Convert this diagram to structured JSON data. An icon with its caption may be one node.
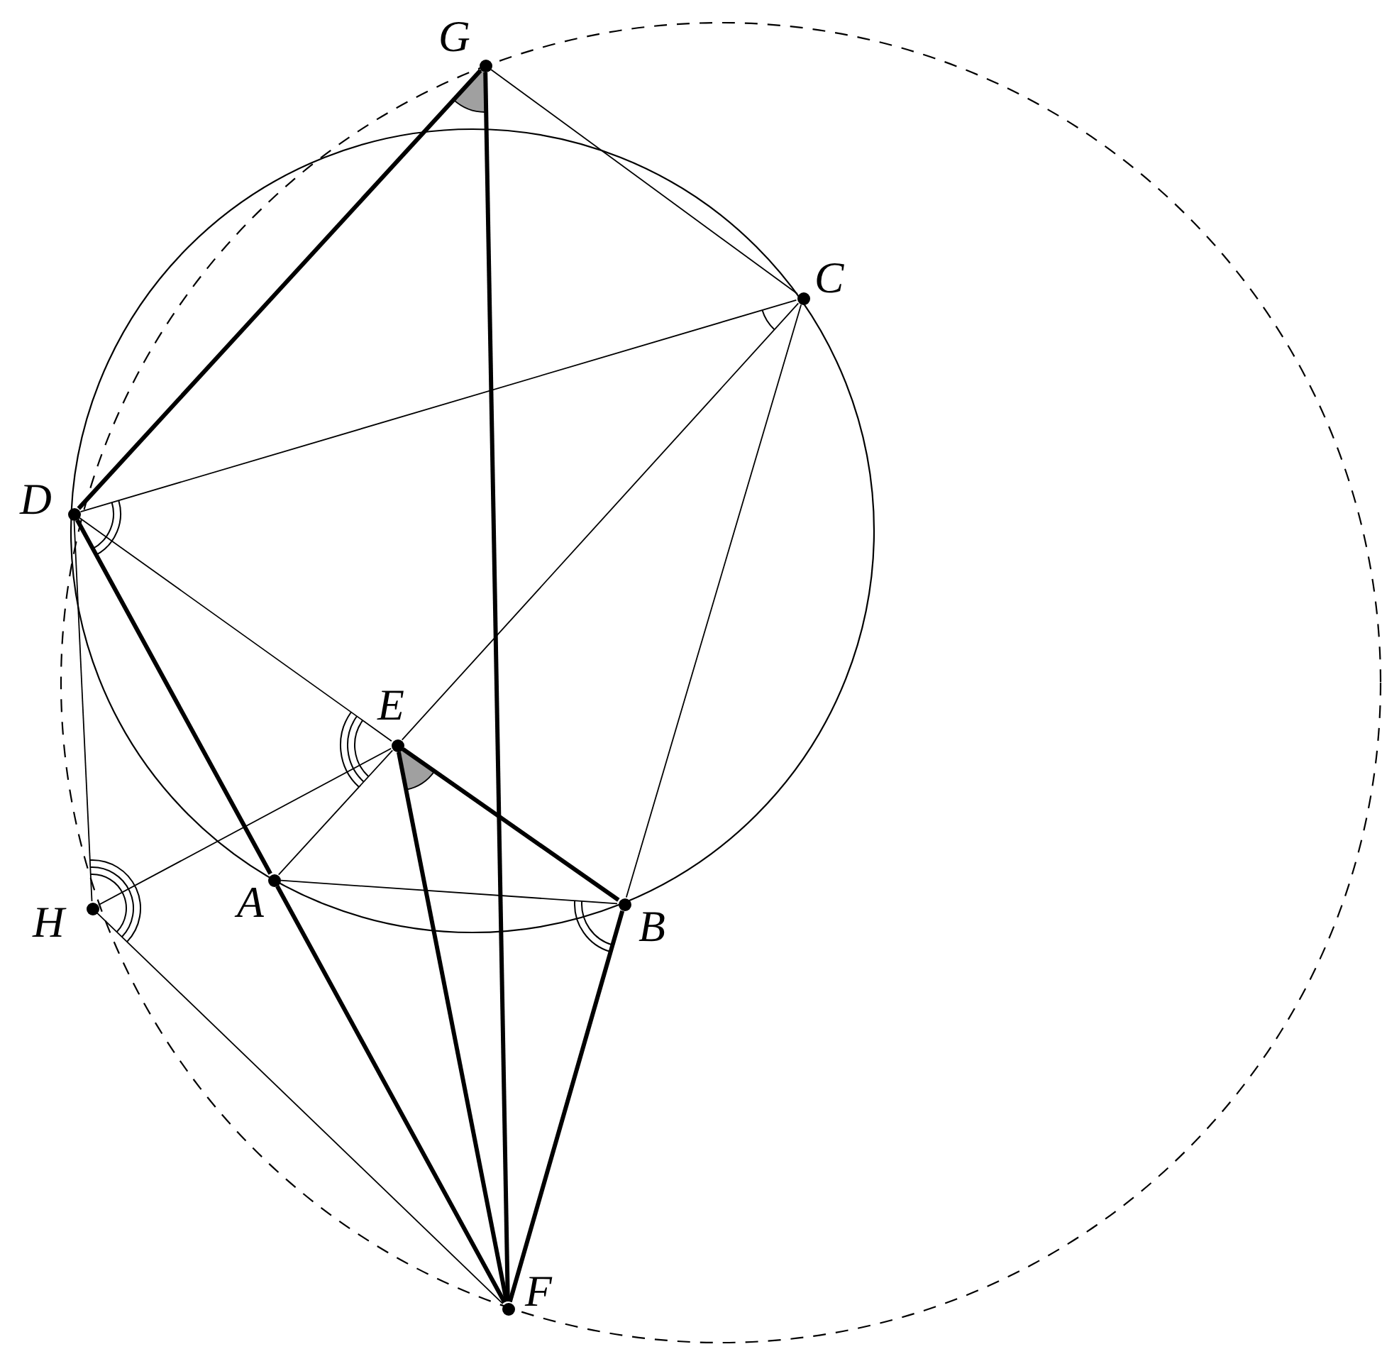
{
  "diagram": {
    "nodes": [
      {
        "text": [
          "G"
        ]
      },
      {
        "text": [
          "C"
        ]
      },
      {
        "text": [
          "D"
        ]
      },
      {
        "text": [
          "E"
        ]
      },
      {
        "text": [
          "H"
        ]
      },
      {
        "text": [
          "A"
        ]
      },
      {
        "text": [
          "B"
        ]
      },
      {
        "text": [
          "F"
        ]
      }
    ],
    "edges": [
      {
        "from": 0,
        "to": 2,
        "arrow": "none",
        "style": "thick"
      },
      {
        "from": 0,
        "to": 7,
        "arrow": "none",
        "style": "thick"
      },
      {
        "from": 0,
        "to": 1,
        "arrow": "none"
      },
      {
        "from": 2,
        "to": 1,
        "arrow": "none"
      },
      {
        "from": 2,
        "to": 3,
        "arrow": "none"
      },
      {
        "from": 3,
        "to": 1,
        "arrow": "none"
      },
      {
        "from": 5,
        "to": 3,
        "arrow": "none"
      },
      {
        "from": 3,
        "to": 6,
        "arrow": "none",
        "style": "thick"
      },
      {
        "from": 2,
        "to": 5,
        "arrow": "none",
        "style": "thick"
      },
      {
        "from": 5,
        "to": 7,
        "arrow": "none",
        "style": "thick"
      },
      {
        "from": 2,
        "to": 4,
        "arrow": "none"
      },
      {
        "from": 4,
        "to": 3,
        "arrow": "none"
      },
      {
        "from": 4,
        "to": 7,
        "arrow": "none"
      },
      {
        "from": 5,
        "to": 6,
        "arrow": "none"
      },
      {
        "from": 6,
        "to": 1,
        "arrow": "none"
      },
      {
        "from": 6,
        "to": 7,
        "arrow": "none",
        "style": "thick"
      },
      {
        "from": 3,
        "to": 7,
        "arrow": "none",
        "style": "thick"
      }
    ]
  }
}
